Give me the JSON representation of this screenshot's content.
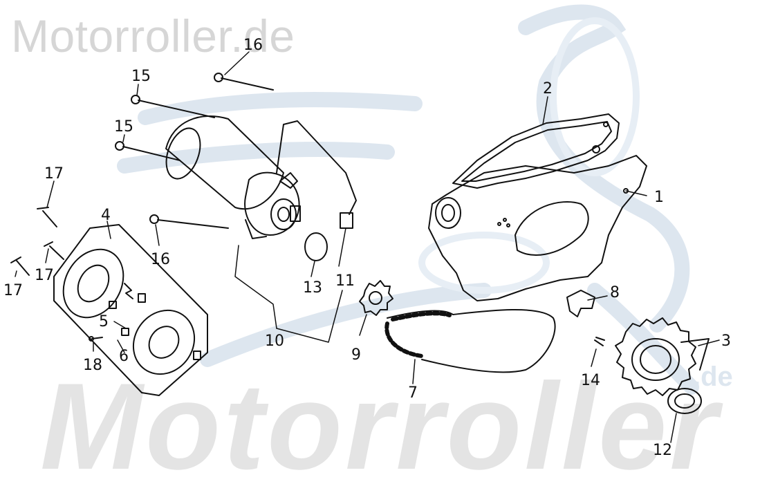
{
  "watermark": {
    "top_text": "Motorroller.de",
    "bottom_text": "Motorroller",
    "logo_suffix": ".de"
  },
  "callouts": {
    "c1": "1",
    "c2": "2",
    "c3": "3",
    "c4": "4",
    "c5": "5",
    "c6": "6",
    "c7": "7",
    "c8": "8",
    "c9": "9",
    "c10": "10",
    "c11": "11",
    "c12": "12",
    "c13": "13",
    "c14": "14",
    "c15a": "15",
    "c15b": "15",
    "c16a": "16",
    "c16b": "16",
    "c17a": "17",
    "c17b": "17",
    "c17c": "17",
    "c18": "18"
  },
  "colors": {
    "ink": "#111111",
    "watermark_gray": "#e4e4e4",
    "watermark_blue": "#dde6ef"
  }
}
